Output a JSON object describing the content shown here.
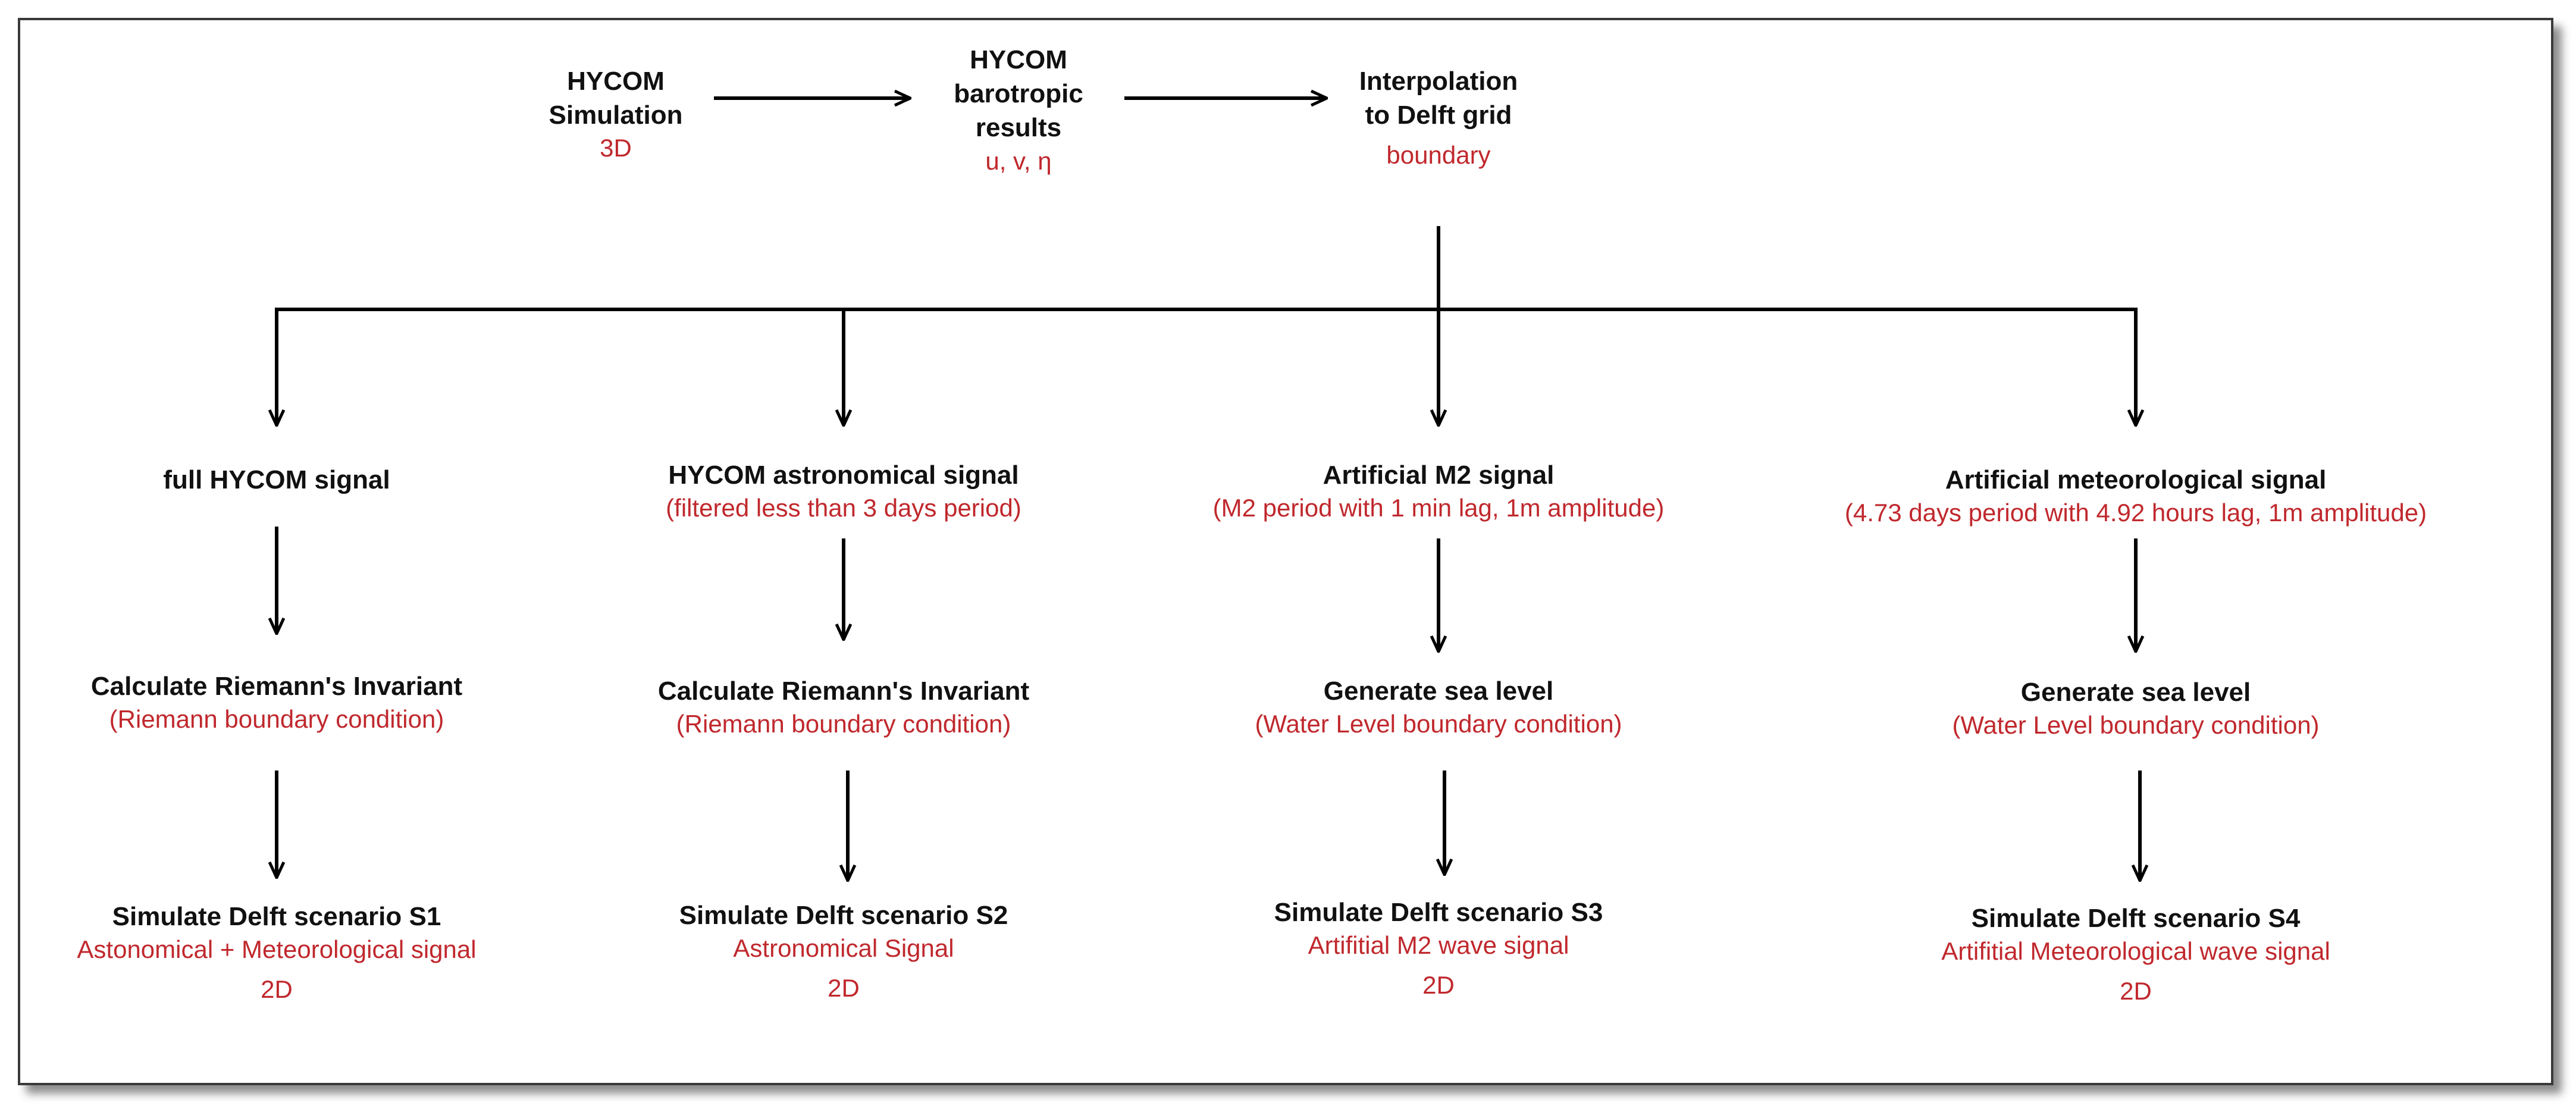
{
  "colors": {
    "title": "#111111",
    "subtitle": "#c0282d",
    "arrow": "#000000"
  },
  "top": {
    "simulation": {
      "line1": "HYCOM",
      "line2": "Simulation",
      "sub": "3D"
    },
    "barotropic": {
      "line1": "HYCOM",
      "line2": "barotropic",
      "line3": "results",
      "sub": "u, v, η"
    },
    "interpolation": {
      "line1": "Interpolation",
      "line2": "to Delft grid",
      "sub": "boundary"
    }
  },
  "branches": [
    {
      "signal": {
        "title": "full HYCOM signal",
        "sub": ""
      },
      "process": {
        "title": "Calculate Riemann's Invariant",
        "sub": "(Riemann boundary condition)"
      },
      "scenario": {
        "title": "Simulate Delft scenario S1",
        "sub": "Astonomical + Meteorological signal",
        "dim": "2D"
      }
    },
    {
      "signal": {
        "title": "HYCOM astronomical signal",
        "sub": "(filtered less than 3 days period)"
      },
      "process": {
        "title": "Calculate Riemann's Invariant",
        "sub": "(Riemann boundary condition)"
      },
      "scenario": {
        "title": "Simulate Delft scenario S2",
        "sub": "Astronomical Signal",
        "dim": "2D"
      }
    },
    {
      "signal": {
        "title": "Artificial M2 signal",
        "sub": "(M2 period with 1 min lag, 1m amplitude)"
      },
      "process": {
        "title": "Generate sea level",
        "sub": "(Water Level boundary condition)"
      },
      "scenario": {
        "title": "Simulate Delft scenario S3",
        "sub": "Artifitial M2 wave signal",
        "dim": "2D"
      }
    },
    {
      "signal": {
        "title": "Artificial meteorological signal",
        "sub": "(4.73 days period with 4.92 hours lag, 1m amplitude)"
      },
      "process": {
        "title": "Generate sea level",
        "sub": "(Water Level boundary condition)"
      },
      "scenario": {
        "title": "Simulate Delft scenario S4",
        "sub": "Artifitial Meteorological wave signal",
        "dim": "2D"
      }
    }
  ]
}
